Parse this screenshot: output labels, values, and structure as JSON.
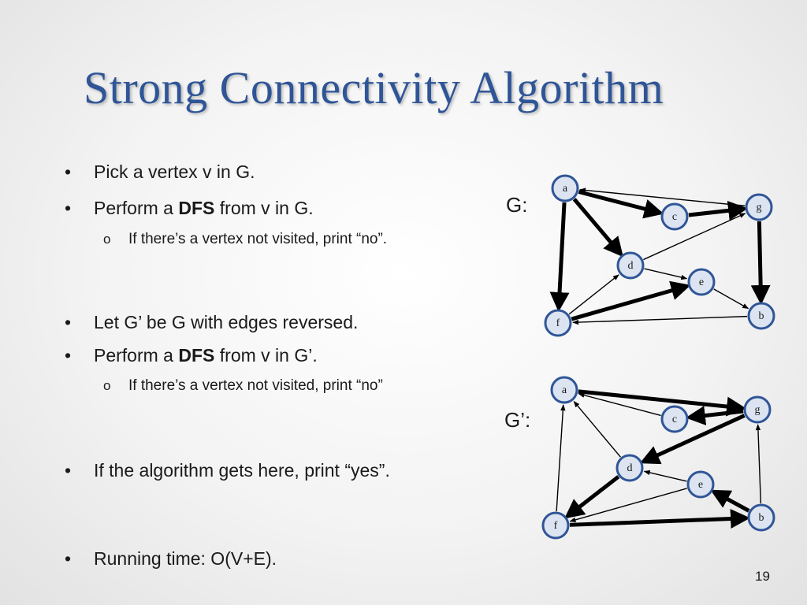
{
  "slide": {
    "title": "Strong Connectivity Algorithm",
    "page_number": "19"
  },
  "bullets": [
    {
      "level": 1,
      "text": "Pick a vertex v in G."
    },
    {
      "level": 1,
      "pre": "Perform a ",
      "bold": "DFS",
      "post": " from v in G."
    },
    {
      "level": 2,
      "text": "If there’s a vertex not visited, print “no”."
    },
    {
      "level": 1,
      "text": "Let G’ be G with edges reversed."
    },
    {
      "level": 1,
      "pre": "Perform a ",
      "bold": "DFS",
      "post": " from v in G’."
    },
    {
      "level": 2,
      "text": "If there’s a vertex not visited, print “no”"
    },
    {
      "level": 1,
      "text": "If the algorithm  gets here, print “yes”."
    },
    {
      "level": 1,
      "text": "Running time: O(V+E)."
    }
  ],
  "bullet_symbols": {
    "level1": "•",
    "level2": "o"
  },
  "graphs": {
    "g": {
      "label": "G:",
      "nodes": [
        "a",
        "c",
        "g",
        "d",
        "e",
        "f",
        "b"
      ],
      "edges": [
        {
          "from": "a",
          "to": "c",
          "bold": true
        },
        {
          "from": "a",
          "to": "d",
          "bold": true
        },
        {
          "from": "a",
          "to": "f",
          "bold": true
        },
        {
          "from": "c",
          "to": "g",
          "bold": true
        },
        {
          "from": "g",
          "to": "a",
          "bold": false
        },
        {
          "from": "g",
          "to": "b",
          "bold": true
        },
        {
          "from": "d",
          "to": "g",
          "bold": false
        },
        {
          "from": "d",
          "to": "e",
          "bold": false
        },
        {
          "from": "f",
          "to": "d",
          "bold": false
        },
        {
          "from": "f",
          "to": "e",
          "bold": true
        },
        {
          "from": "e",
          "to": "b",
          "bold": false
        },
        {
          "from": "b",
          "to": "f",
          "bold": false
        }
      ]
    },
    "g_prime": {
      "label": "G’:",
      "nodes": [
        "a",
        "c",
        "g",
        "d",
        "e",
        "f",
        "b"
      ],
      "edges": [
        {
          "from": "a",
          "to": "g",
          "bold": true
        },
        {
          "from": "g",
          "to": "c",
          "bold": true
        },
        {
          "from": "g",
          "to": "d",
          "bold": true
        },
        {
          "from": "c",
          "to": "a",
          "bold": false
        },
        {
          "from": "d",
          "to": "a",
          "bold": false
        },
        {
          "from": "d",
          "to": "f",
          "bold": true
        },
        {
          "from": "f",
          "to": "a",
          "bold": false
        },
        {
          "from": "b",
          "to": "g",
          "bold": false
        },
        {
          "from": "b",
          "to": "e",
          "bold": true
        },
        {
          "from": "e",
          "to": "d",
          "bold": false
        },
        {
          "from": "e",
          "to": "f",
          "bold": false
        },
        {
          "from": "f",
          "to": "b",
          "bold": true
        }
      ]
    }
  },
  "colors": {
    "title": "#2f5597",
    "node_fill": "#dbe4f0",
    "node_stroke": "#2f5597",
    "edge": "#000000"
  }
}
